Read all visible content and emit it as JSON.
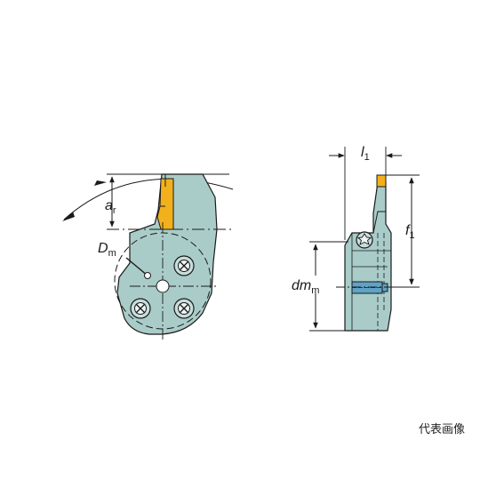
{
  "left_view": {
    "dimensions": {
      "ar": {
        "main": "a",
        "sub": "r"
      },
      "dm": {
        "main": "D",
        "sub": "m"
      }
    }
  },
  "right_view": {
    "dimensions": {
      "l1": {
        "main": "l",
        "sub": "1"
      },
      "f1": {
        "main": "f",
        "sub": "1"
      },
      "dmm": {
        "main": "dm",
        "sub": "m"
      }
    }
  },
  "caption": "代表画像",
  "colors": {
    "body": "#a9ccc9",
    "body_dark": "#8fb5b2",
    "insert": "#f2b11c",
    "outline": "#1a1a1a"
  },
  "icons": [
    "torx-screw-icon",
    "cross-screw-icon",
    "clamp-screw-icon"
  ]
}
